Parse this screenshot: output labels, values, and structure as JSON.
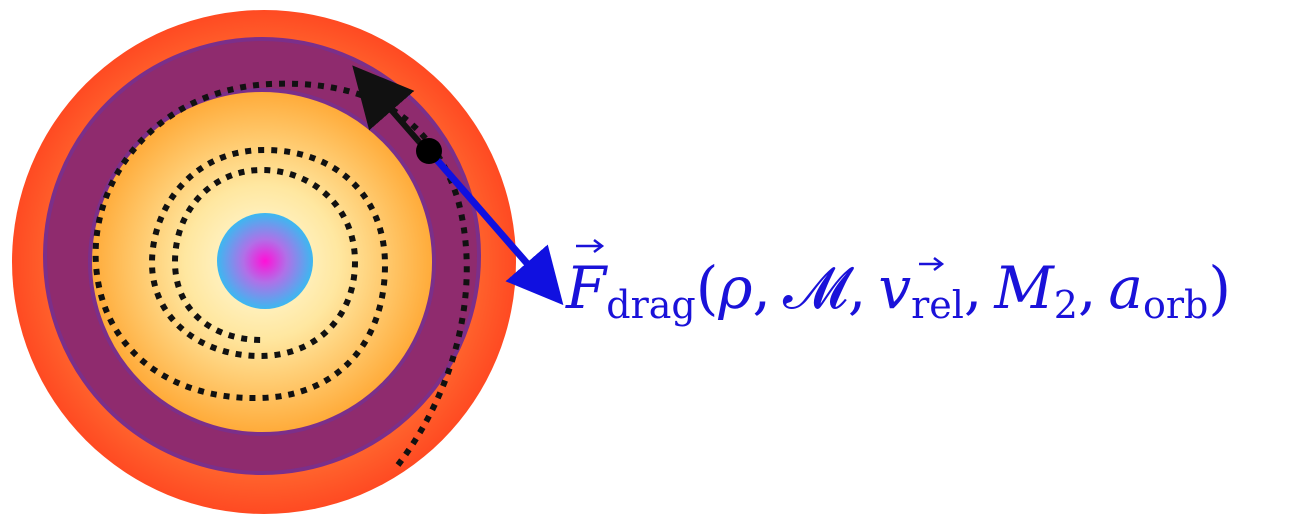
{
  "colors": {
    "outer_envelope": "#ff5a2a",
    "outer_envelope_center": "#ff7a3a",
    "shell_band": "#8f2b6e",
    "shell_band_edge": "#7b2f8a",
    "inner_envelope_center": "#fff4c8",
    "inner_envelope_edge": "#ffb040",
    "core_center": "#ff20d0",
    "core_edge": "#46b8f0",
    "orbit_dots": "#111111",
    "velocity_arrow": "#111111",
    "companion": "#000000",
    "drag_arrow": "#1010e0",
    "label": "#1a12d9"
  },
  "label": {
    "F": "F",
    "drag_sub": "drag",
    "paren_open": "(",
    "rho": "ρ",
    "comma": ",",
    "mach": "𝓜",
    "v": "v",
    "rel_sub": "rel",
    "M": "M",
    "two_sub": "2",
    "a": "a",
    "orb_sub": "orb",
    "paren_close": ")"
  },
  "icons": {
    "companion": "filled-circle-icon",
    "velocity": "arrow-icon",
    "drag": "arrow-icon"
  }
}
